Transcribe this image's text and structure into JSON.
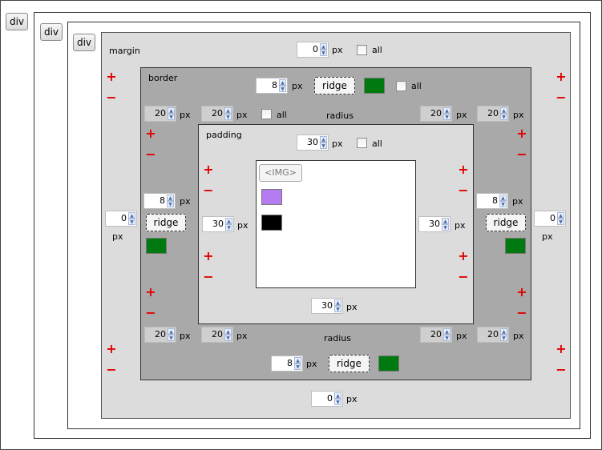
{
  "buttons": {
    "div1": "div",
    "div2": "div",
    "div3": "div",
    "img": "<IMG>"
  },
  "labels": {
    "margin": "margin",
    "border": "border",
    "padding": "padding",
    "radius": "radius",
    "px": "px",
    "all": "all"
  },
  "margin": {
    "top": "0",
    "left": "0",
    "right": "0",
    "bottom": "0"
  },
  "border": {
    "top": {
      "width": "8",
      "style": "ridge",
      "color": "#007a10"
    },
    "left": {
      "width": "8",
      "style": "ridge",
      "color": "#007a10"
    },
    "right": {
      "width": "8",
      "style": "ridge",
      "color": "#007a10"
    },
    "bottom": {
      "width": "8",
      "style": "ridge",
      "color": "#007a10"
    }
  },
  "radius": {
    "value": "20"
  },
  "padding": {
    "top": "30",
    "left": "30",
    "right": "30",
    "bottom": "30"
  },
  "swatches": {
    "purple": "#b57bf0",
    "black": "#000000"
  },
  "symbols": {
    "plus": "+",
    "minus": "−"
  },
  "colors": {
    "accent": "#e00000",
    "panel": "#dcdcdc",
    "border_panel": "#a9a9a9"
  }
}
